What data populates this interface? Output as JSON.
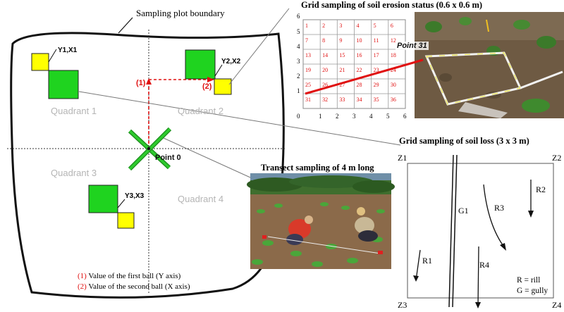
{
  "title_sampling_plot": "Sampling plot boundary",
  "quadrants": [
    "Quadrant 1",
    "Quadrant 2",
    "Quadrant 3",
    "Quadrant 4"
  ],
  "point_0": "Point 0",
  "labels_xy": {
    "q1": "Y1,X1",
    "q2": "Y2,X2",
    "q3": "Y3,X3"
  },
  "step_marks": {
    "first": "(1)",
    "second": "(2)"
  },
  "legend": {
    "first": "(1)",
    "first_text": " Value of the first ball (Y axis)",
    "second": "(2)",
    "second_text": " Value of the second ball (X axis)"
  },
  "grid_panel": {
    "title": "Grid sampling of soil erosion status (0.6 x 0.6 m)",
    "point_label": "Point 31",
    "axis_ticks": [
      "0",
      "1",
      "2",
      "3",
      "4",
      "5",
      "6"
    ],
    "cells": [
      [
        "1",
        "2",
        "3",
        "4",
        "5",
        "6"
      ],
      [
        "7",
        "8",
        "9",
        "10",
        "11",
        "12"
      ],
      [
        "13",
        "14",
        "15",
        "16",
        "17",
        "18"
      ],
      [
        "19",
        "20",
        "21",
        "22",
        "23",
        "24"
      ],
      [
        "25",
        "26",
        "27",
        "28",
        "29",
        "30"
      ],
      [
        "31",
        "32",
        "33",
        "34",
        "35",
        "36"
      ]
    ]
  },
  "soil_loss_panel": {
    "title": "Grid sampling of soil loss (3 x 3 m)",
    "corners": {
      "z1": "Z1",
      "z2": "Z2",
      "z3": "Z3",
      "z4": "Z4"
    },
    "features": [
      "G1",
      "R1",
      "R2",
      "R3",
      "R4"
    ],
    "legend_r": "R = rill",
    "legend_g": "G = gully"
  },
  "transect_title": "Transect sampling of 4 m long",
  "colors": {
    "green_square": "#1fd31f",
    "yellow_square": "#ffff00",
    "red": "#e01010",
    "dark": "#111111"
  }
}
